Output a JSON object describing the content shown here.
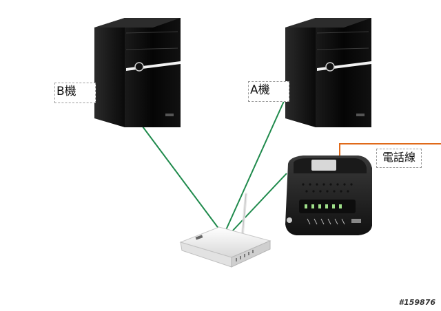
{
  "labels": {
    "computer_b": "B機",
    "computer_a": "A機",
    "phone_line": "電話線"
  },
  "watermark": "#159876",
  "colors": {
    "cable": "#1f8a4c",
    "phone_line": "#e06a1a",
    "tower_body": "#0d0d0d",
    "tower_stripe": "#f2f2f2",
    "router_body": "#eeeeee",
    "modem_body": "#2a2a2a"
  },
  "icons": {
    "computer_b": "desktop-tower-icon",
    "computer_a": "desktop-tower-icon",
    "router": "wireless-router-icon",
    "modem": "adsl-modem-icon"
  }
}
